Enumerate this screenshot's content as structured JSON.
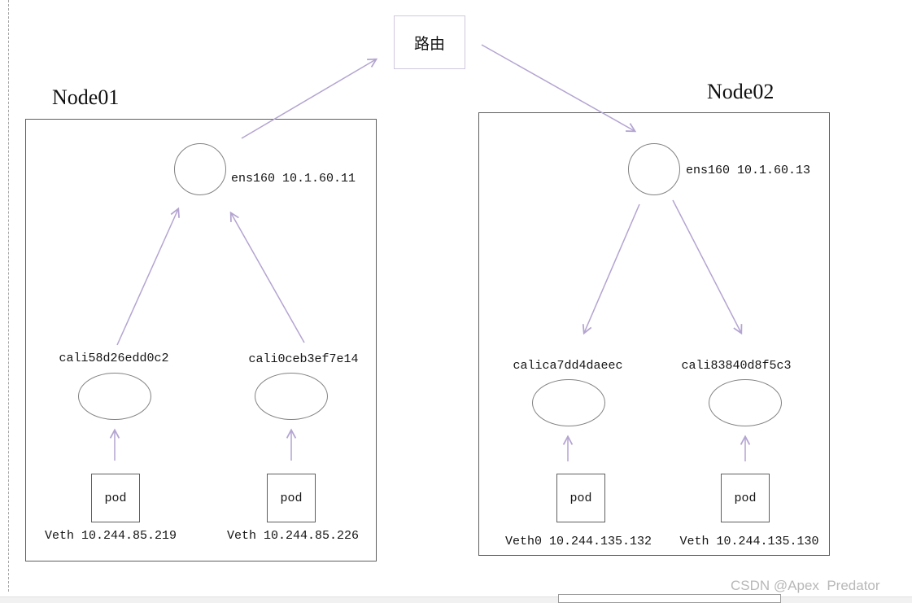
{
  "router": {
    "label": "路由"
  },
  "nodes": {
    "node01": {
      "title": "Node01",
      "nic": "ens160 10.1.60.11",
      "interfaces": [
        {
          "cali": "cali58d26edd0c2",
          "pod": "pod",
          "veth": "Veth 10.244.85.219"
        },
        {
          "cali": "cali0ceb3ef7e14",
          "pod": "pod",
          "veth": "Veth 10.244.85.226"
        }
      ]
    },
    "node02": {
      "title": "Node02",
      "nic": "ens160 10.1.60.13",
      "interfaces": [
        {
          "cali": "calica7dd4daeec",
          "pod": "pod",
          "veth": "Veth0 10.244.135.132"
        },
        {
          "cali": "cali83840d8f5c3",
          "pod": "pod",
          "veth": "Veth 10.244.135.130"
        }
      ]
    }
  },
  "watermark": "CSDN @Apex  Predator",
  "colors": {
    "arrow": "#b3a4d1",
    "router_border": "#cfc8de",
    "node_border": "#5f5f5f",
    "shape_border": "#828282",
    "watermark_text": "#b8b8b8",
    "scrollbar_track": "#f1f1f1"
  }
}
